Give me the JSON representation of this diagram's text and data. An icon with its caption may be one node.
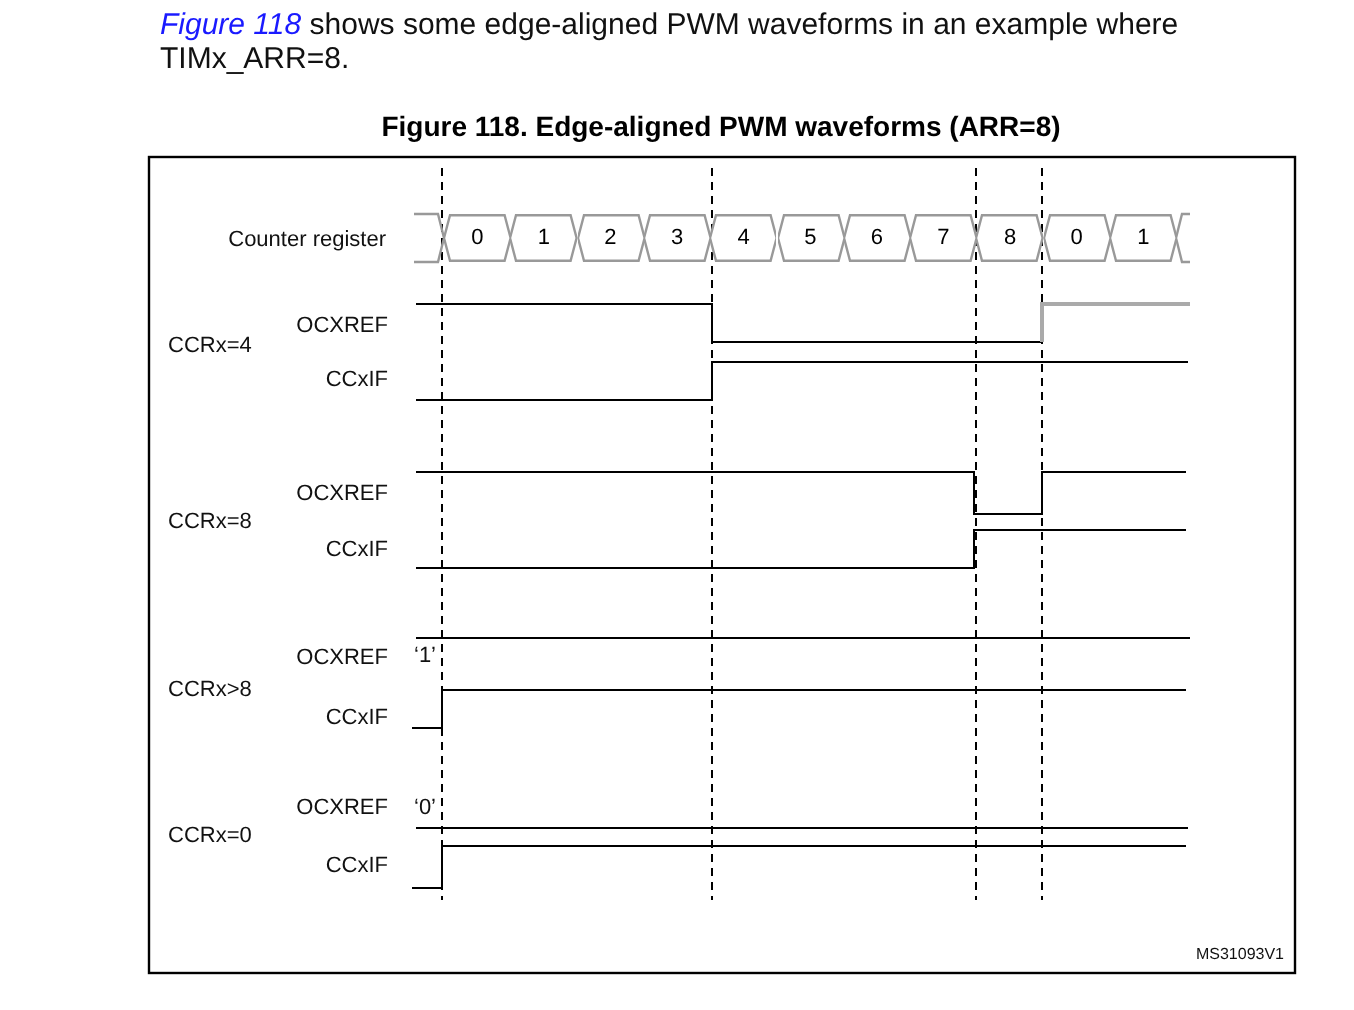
{
  "diagram": {
    "title": "Figure 118. Edge-aligned PWM waveforms (ARR=8)",
    "nodes": [
      {
        "text": [
          "0"
        ]
      },
      {
        "text": [
          "1"
        ]
      },
      {
        "text": [
          "2"
        ]
      },
      {
        "text": [
          "3"
        ]
      },
      {
        "text": [
          "4"
        ]
      },
      {
        "text": [
          "5"
        ]
      },
      {
        "text": [
          "6"
        ]
      },
      {
        "text": [
          "7"
        ]
      },
      {
        "text": [
          "8"
        ]
      },
      {
        "text": [
          "0"
        ]
      },
      {
        "text": [
          "1"
        ]
      }
    ],
    "edges": [],
    "labels": [
      "*Figure 118* shows some edge-aligned PWM waveforms in an example where TIMx_ARR=8.",
      "Counter register",
      "OCXREF",
      "CCRx=4",
      "CCxIF",
      "OCXREF",
      "CCRx=8",
      "CCxIF",
      "OCXREF",
      "‘1’",
      "CCRx>8",
      "CCxIF",
      "OCXREF",
      "‘0’",
      "CCRx=0",
      "CCxIF",
      "MS31093V1"
    ]
  }
}
